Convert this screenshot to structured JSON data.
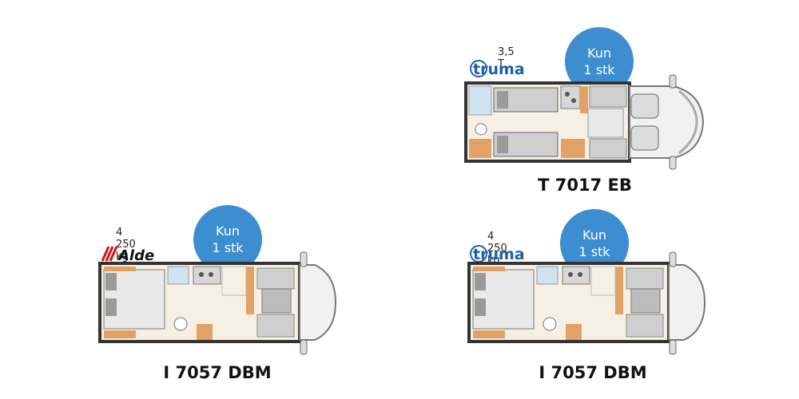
{
  "cards": [
    {
      "model": "T 7017 EB",
      "weight": "3,5 T",
      "brand": "truma",
      "badge_line1": "Kun",
      "badge_line2": "1 stk"
    },
    {
      "model": "I 7057 DBM",
      "weight": "4 250 kg",
      "brand": "Alde",
      "badge_line1": "Kun",
      "badge_line2": "1 stk"
    },
    {
      "model": "I 7057 DBM",
      "weight": "4 250 kg",
      "brand": "truma",
      "badge_line1": "Kun",
      "badge_line2": "1 stk"
    }
  ],
  "colors": {
    "badge": "#3d8ed0",
    "truma_blue": "#1f5fa8",
    "alde_red": "#d0141c",
    "wood": "#e2a265",
    "floor": "#f6f0e4",
    "bath": "#cfe3f1",
    "seat": "#9a9a9a"
  }
}
